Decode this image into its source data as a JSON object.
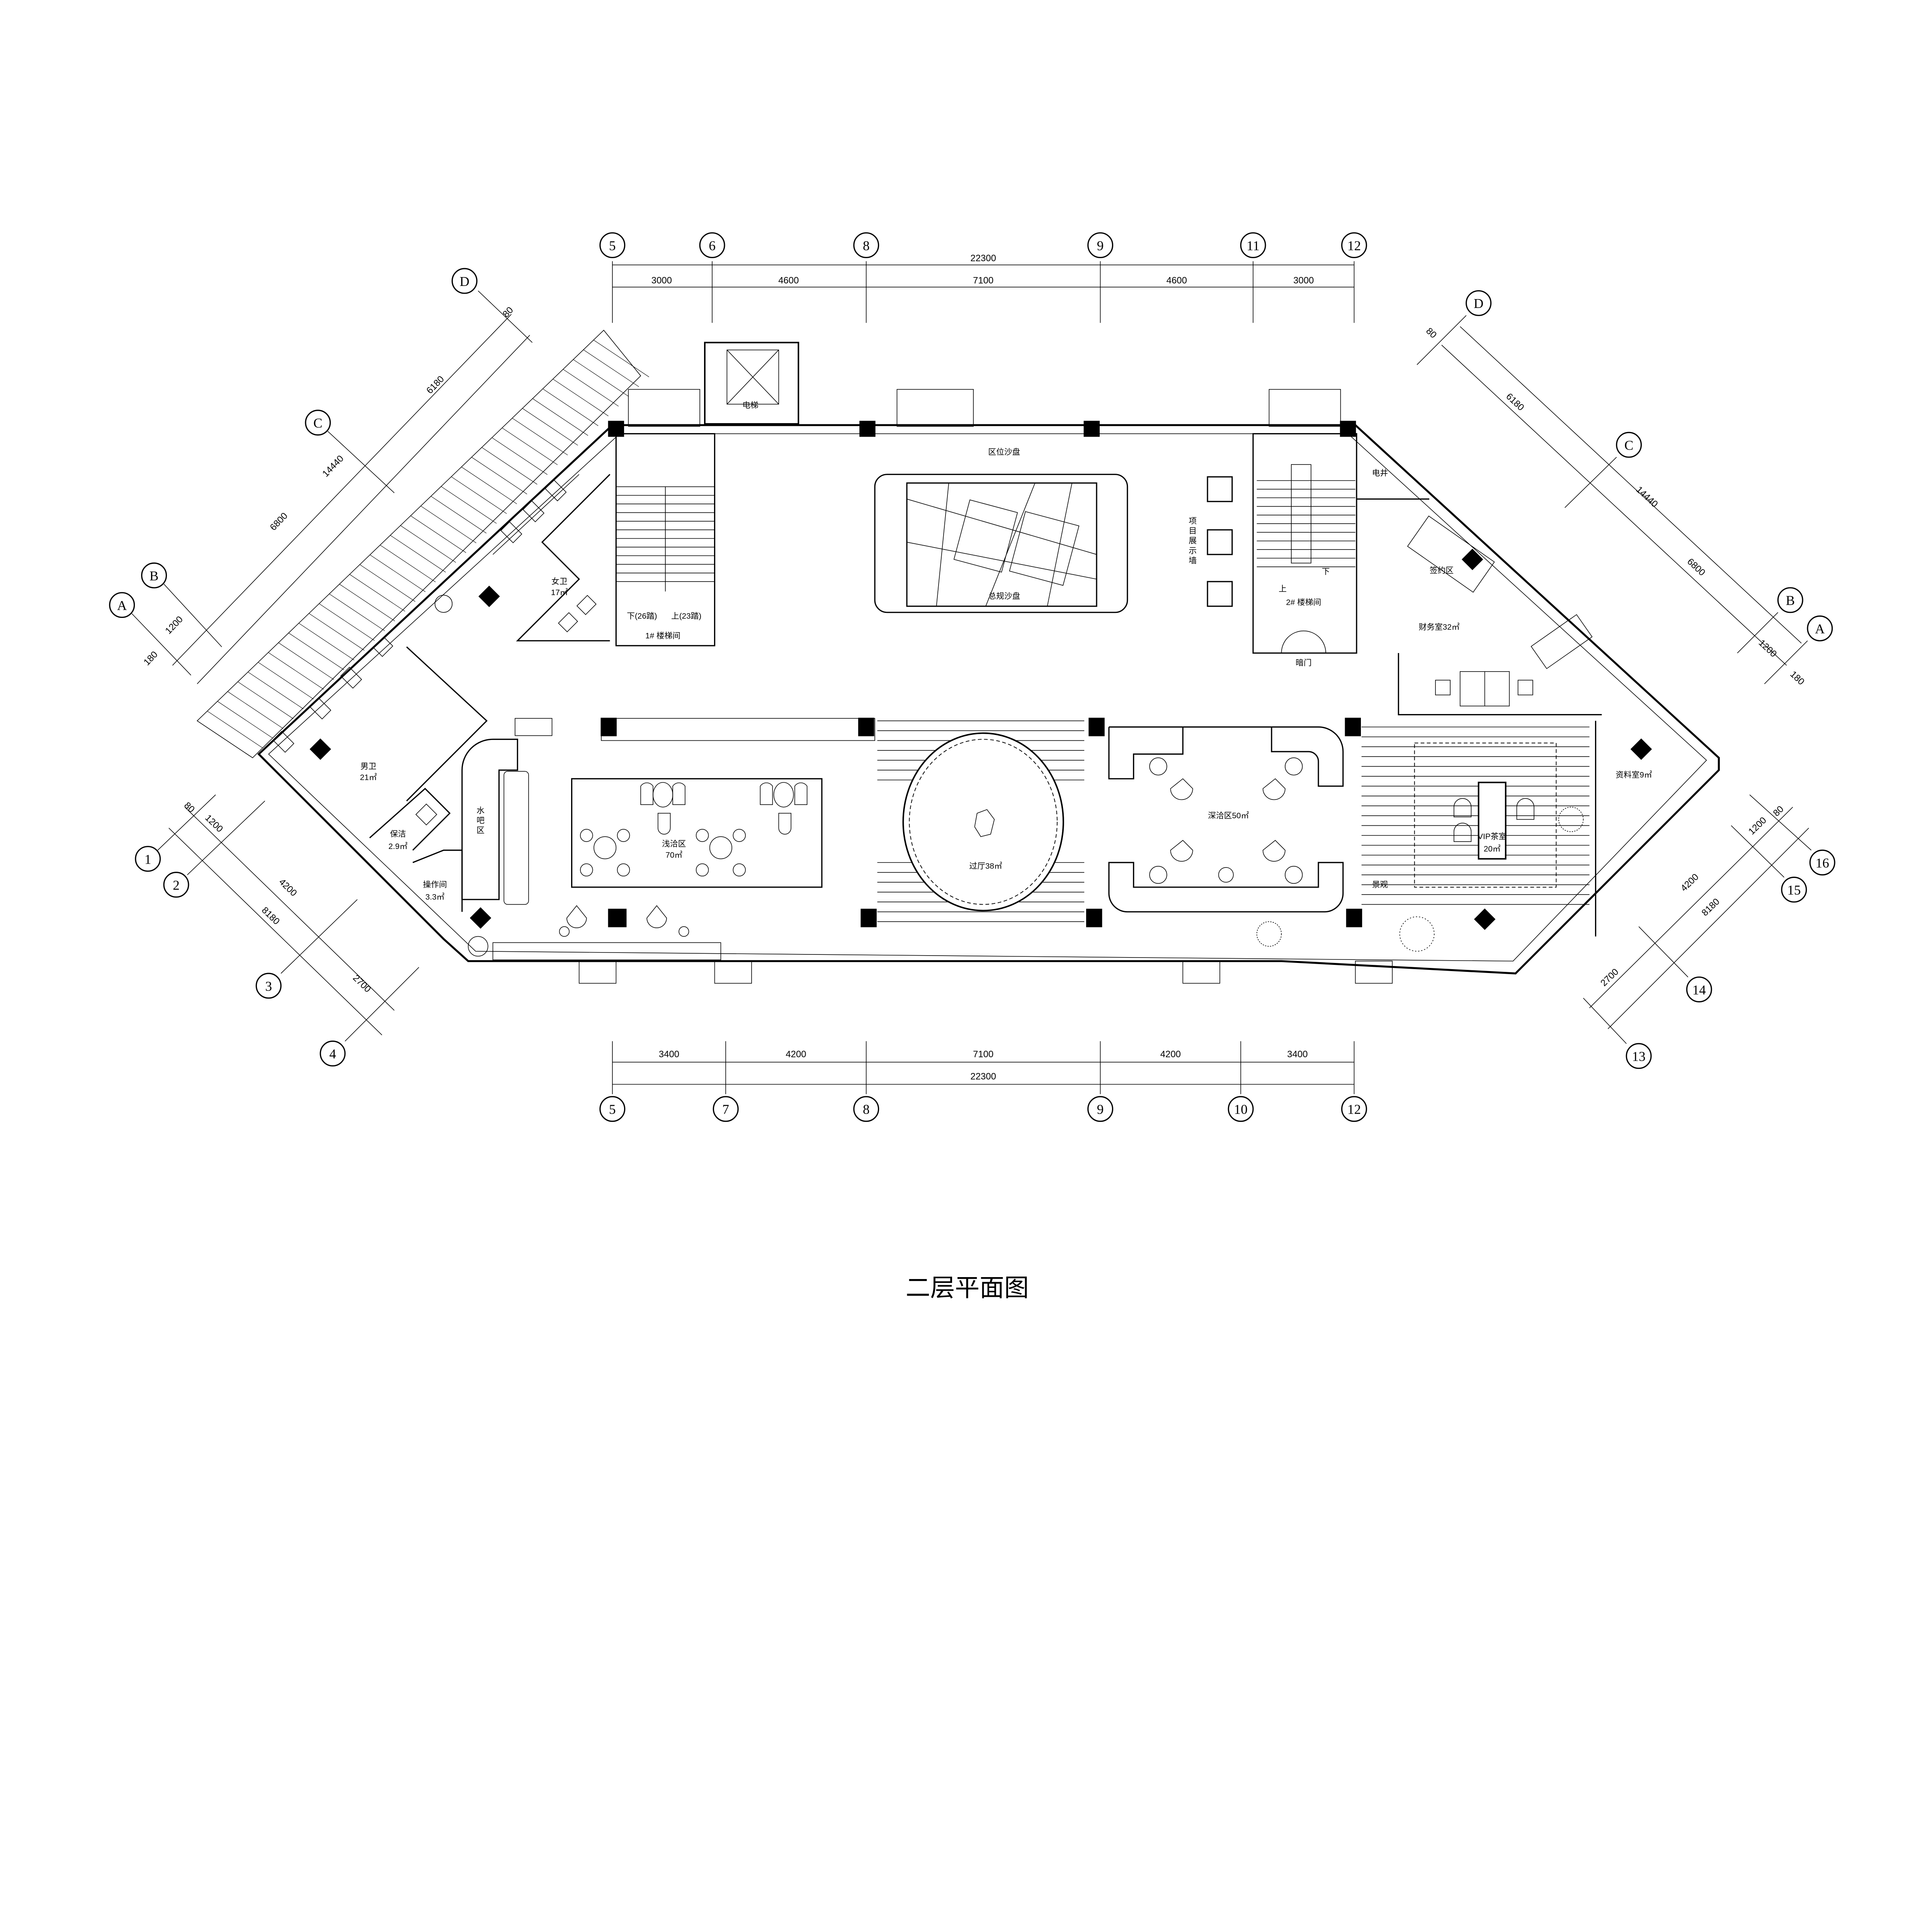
{
  "drawing_title": "二层平面图",
  "grid_axes": {
    "top": [
      "5",
      "6",
      "8",
      "9",
      "11",
      "12"
    ],
    "bottom": [
      "5",
      "7",
      "8",
      "9",
      "10",
      "12"
    ],
    "left_upper": [
      "D",
      "C",
      "B",
      "A"
    ],
    "left_lower": [
      "1",
      "2",
      "3",
      "4"
    ],
    "right_upper": [
      "D",
      "C",
      "B",
      "A"
    ],
    "right_lower": [
      "16",
      "15",
      "14",
      "13"
    ]
  },
  "dimensions": {
    "top_total": "22300",
    "top_segments": [
      "3000",
      "4600",
      "7100",
      "4600",
      "3000"
    ],
    "bottom_total": "22300",
    "bottom_segments": [
      "3400",
      "4200",
      "7100",
      "4200",
      "3400"
    ],
    "left_upper": {
      "d80": "80",
      "d6180": "6180",
      "total": "14440",
      "d6800": "6800",
      "d1200": "1200",
      "d180": "180"
    },
    "left_lower": {
      "d80": "80",
      "d1200": "1200",
      "d4200": "4200",
      "total": "8180",
      "d2700": "2700"
    },
    "right_upper": {
      "d80": "80",
      "d6180": "6180",
      "total": "14440",
      "d6800": "6800",
      "d1200": "1200",
      "d180": "180"
    },
    "right_lower": {
      "d80": "80",
      "d1200": "1200",
      "d4200": "4200",
      "total": "8180",
      "d2700": "2700"
    }
  },
  "rooms": {
    "elevator": "电梯",
    "district_model": "区位沙盘",
    "master_plan_model": "总规沙盘",
    "display_wall": [
      "项",
      "目",
      "展",
      "示",
      "墙"
    ],
    "womens_wc": {
      "name": "女卫",
      "area": "17㎡"
    },
    "stair1": {
      "name": "1# 楼梯间",
      "down": "下(26踏)",
      "up": "上(23踏)"
    },
    "stair2": {
      "name": "2# 楼梯间",
      "up": "上",
      "down": "下"
    },
    "hidden_door": "暗门",
    "electric_shaft": "电井",
    "signing_area": "签约区",
    "finance_room": "财务室32㎡",
    "archive_room": "资料室9㎡",
    "vip_tea_room": {
      "name": "VIP茶室",
      "area": "20㎡"
    },
    "landscape": "景观",
    "deep_negotiation": "深洽区50㎡",
    "hall": "过厅38㎡",
    "light_negotiation": {
      "name": "浅洽区",
      "area": "70㎡"
    },
    "water_bar": [
      "水",
      "吧",
      "区"
    ],
    "mens_wc": {
      "name": "男卫",
      "area": "21㎡"
    },
    "cleaning": {
      "name": "保洁",
      "area": "2.9㎡"
    },
    "operation_room": {
      "name": "操作间",
      "area": "3.3㎡"
    }
  }
}
